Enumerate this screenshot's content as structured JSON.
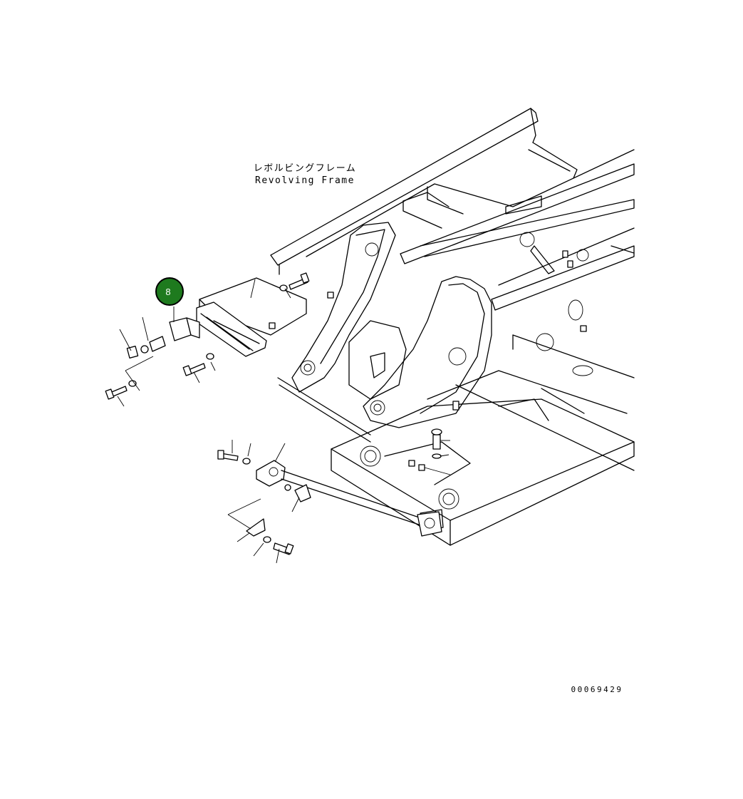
{
  "diagram": {
    "label_japanese": "レボルビングフレーム",
    "label_english": "Revolving Frame",
    "drawing_number": "00069429",
    "callout_number": "8",
    "callout_color": "#1e7a1e"
  }
}
